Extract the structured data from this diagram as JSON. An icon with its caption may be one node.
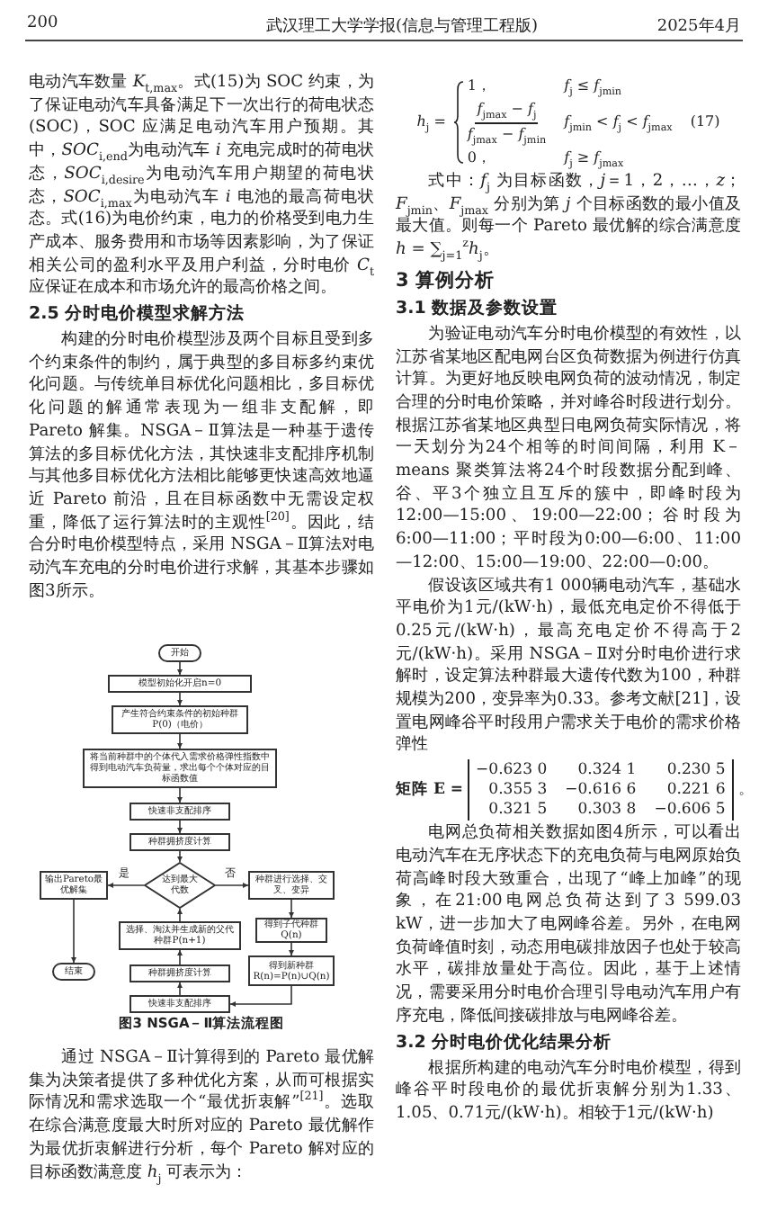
{
  "diagram": {
    "caption": "图3 NSGA－Ⅱ算法流程图",
    "nodes": [
      {
        "text": [
          "开始"
        ]
      },
      {
        "text": [
          "模型初始化开启n=0"
        ]
      },
      {
        "text": [
          "产生符合约束条件的初始种群P(0)（电价）"
        ]
      },
      {
        "text": [
          "将当前种群中的个体代入需求价格弹性指数中得到电动汽车负荷量，求出每个个体对应的目标函数值"
        ]
      },
      {
        "text": [
          "快速非支配排序"
        ]
      },
      {
        "text": [
          "种群拥挤度计算"
        ]
      },
      {
        "text": [
          "输出Pareto最优解集"
        ]
      },
      {
        "text": [
          "达到最大代数"
        ]
      },
      {
        "text": [
          "种群进行选择、交叉、变异"
        ]
      },
      {
        "text": [
          "选择、淘汰并生成新的父代种群P(n+1)"
        ]
      },
      {
        "text": [
          "得到子代种群Q(n)"
        ]
      },
      {
        "text": [
          "结束"
        ]
      },
      {
        "text": [
          "种群拥挤度计算"
        ]
      },
      {
        "text": [
          "得到新种群R(n)=P(n)∪Q(n)"
        ]
      },
      {
        "text": [
          "快速非支配排序"
        ]
      }
    ],
    "edges": [
      {
        "from": 0,
        "to": 1,
        "arrow": "to"
      },
      {
        "from": 1,
        "to": 2,
        "arrow": "to"
      },
      {
        "from": 2,
        "to": 3,
        "arrow": "to"
      },
      {
        "from": 3,
        "to": 4,
        "arrow": "to"
      },
      {
        "from": 4,
        "to": 5,
        "arrow": "to"
      },
      {
        "from": 5,
        "to": 7,
        "arrow": "to"
      },
      {
        "from": 7,
        "to": 6,
        "label": "是",
        "arrow": "to"
      },
      {
        "from": 7,
        "to": 8,
        "label": "否",
        "arrow": "to"
      },
      {
        "from": 6,
        "to": 11,
        "arrow": "to"
      },
      {
        "from": 8,
        "to": 10,
        "arrow": "to"
      },
      {
        "from": 10,
        "to": 13,
        "arrow": "to"
      },
      {
        "from": 13,
        "to": 14,
        "arrow": "to"
      },
      {
        "from": 14,
        "to": 12,
        "arrow": "to"
      },
      {
        "from": 12,
        "to": 9,
        "arrow": "to"
      },
      {
        "from": 9,
        "to": 7,
        "arrow": "to"
      }
    ],
    "labels": [
      "200",
      "武汉理工大学学报(信息与管理工程版)",
      "2025年4月",
      "电动汽车数量 *K*$_{t,max}$。式(15)为 SOC 约束，为了保证电动汽车具备满足下一次出行的荷电状态(SOC)，SOC 应满足电动汽车用户预期。其中，*SOC*$_{i,end}$为电动汽车 *i* 充电完成时的荷电状态，*SOC*$_{i,desire}$为电动汽车用户期望的荷电状态，*SOC*$_{i,max}$为电动汽车 *i* 电池的最高荷电状态。式(16)为电价约束，电力的价格受到电力生产成本、服务费用和市场等因素影响，为了保证相关公司的盈利水平及用户利益，分时电价 *C*$_{t}$ 应保证在成本和市场允许的最高价格之间。",
      "2.5 分时电价模型求解方法",
      "构建的分时电价模型涉及两个目标且受到多个约束条件的制约，属于典型的多目标多约束优化问题。与传统单目标优化问题相比，多目标优化问题的解通常表现为一组非支配解，即 Pareto 解集。NSGA－Ⅱ算法是一种基于遗传算法的多目标优化方法，其快速非支配排序机制与其他多目标优化方法相比能够更快速高效地逼近 Pareto 前沿，且在目标函数中无需设定权重，降低了运行算法时的主观性$^{[20]}$。因此，结合分时电价模型特点，采用 NSGA－Ⅱ算法对电动汽车充电的分时电价进行求解，其基本步骤如图3所示。",
      "通过 NSGA－Ⅱ计算得到的 Pareto 最优解集为决策者提供了多种优化方案，从而可根据实际情况和需求选取一个“最优折衷解”$^{[21]}$。选取在综合满意度最大时所对应的 Pareto 最优解作为最优折衷解进行分析，每个 Pareto 解对应的目标函数满意度 *h*$_{j}$ 可表示为：",
      "*h*$_{j}$ =",
      "1，",
      "*f*$_{j}$ ≤ *f*$_{jmin}$",
      "*f*$_{jmax}$ − *f*$_{j}$",
      "*f*$_{jmax}$ − *f*$_{jmin}$",
      "*f*$_{jmin}$ < *f*$_{j}$ < *f*$_{jmax}$",
      "0，",
      "*f*$_{j}$ ≥ *f*$_{jmax}$",
      "(17)",
      "式中：*f*$_{j}$ 为目标函数，*j*＝1，2，…，*z*；*F*$_{jmin}$、*F*$_{jmax}$ 分别为第 *j* 个目标函数的最小值及最大值。则每一个 Pareto 最优解的综合满意度 *h* = ∑$_{j=1}$$^{z}$*h*$_{j}$。",
      "3 算例分析",
      "3.1 数据及参数设置",
      "为验证电动汽车分时电价模型的有效性，以江苏省某地区配电网台区负荷数据为例进行仿真计算。为更好地反映电网负荷的波动情况，制定合理的分时电价策略，并对峰谷时段进行划分。根据江苏省某地区典型日电网负荷实际情况，将一天划分为24个相等的时间间隔，利用 K－means 聚类算法将24个时段数据分配到峰、谷、平3个独立且互斥的簇中，即峰时段为12:00—15:00、19:00—22:00；谷时段为6:00—11:00；平时段为0:00—6:00、11:00—12:00、15:00—19:00、22:00—0:00。",
      "假设该区域共有1 000辆电动汽车，基础水平电价为1元/(kW·h)，最低充电定价不得低于0.25元/(kW·h)，最高充电定价不得高于2元/(kW·h)。采用 NSGA－Ⅱ对分时电价进行求解时，设定算法种群最大遗传代数为100，种群规模为200，变异率为0.33。参考文献[21]，设置电网峰谷平时段用户需求关于电价的需求价格弹性",
      "矩阵 **E** =",
      "−0.623 0",
      "0.324 1",
      "0.230 5",
      "0.355 3",
      "−0.616 6",
      "0.221 6",
      "0.321 5",
      "0.303 8",
      "−0.606 5",
      "。",
      "电网总负荷相关数据如图4所示，可以看出电动汽车在无序状态下的充电负荷与电网原始负荷高峰时段大致重合，出现了“峰上加峰”的现象，在21:00电网总负荷达到了3 599.03 kW，进一步加大了电网峰谷差。另外，在电网负荷峰值时刻，动态用电碳排放因子也处于较高水平，碳排放量处于高位。因此，基于上述情况，需要采用分时电价合理引导电动汽车用户有序充电，降低间接碳排放与电网峰谷差。",
      "3.2 分时电价优化结果分析",
      "根据所构建的电动汽车分时电价模型，得到峰谷平时段电价的最优折衷解分别为1.33、1.05、0.71元/(kW·h)。相较于1元/(kW·h)"
    ]
  }
}
